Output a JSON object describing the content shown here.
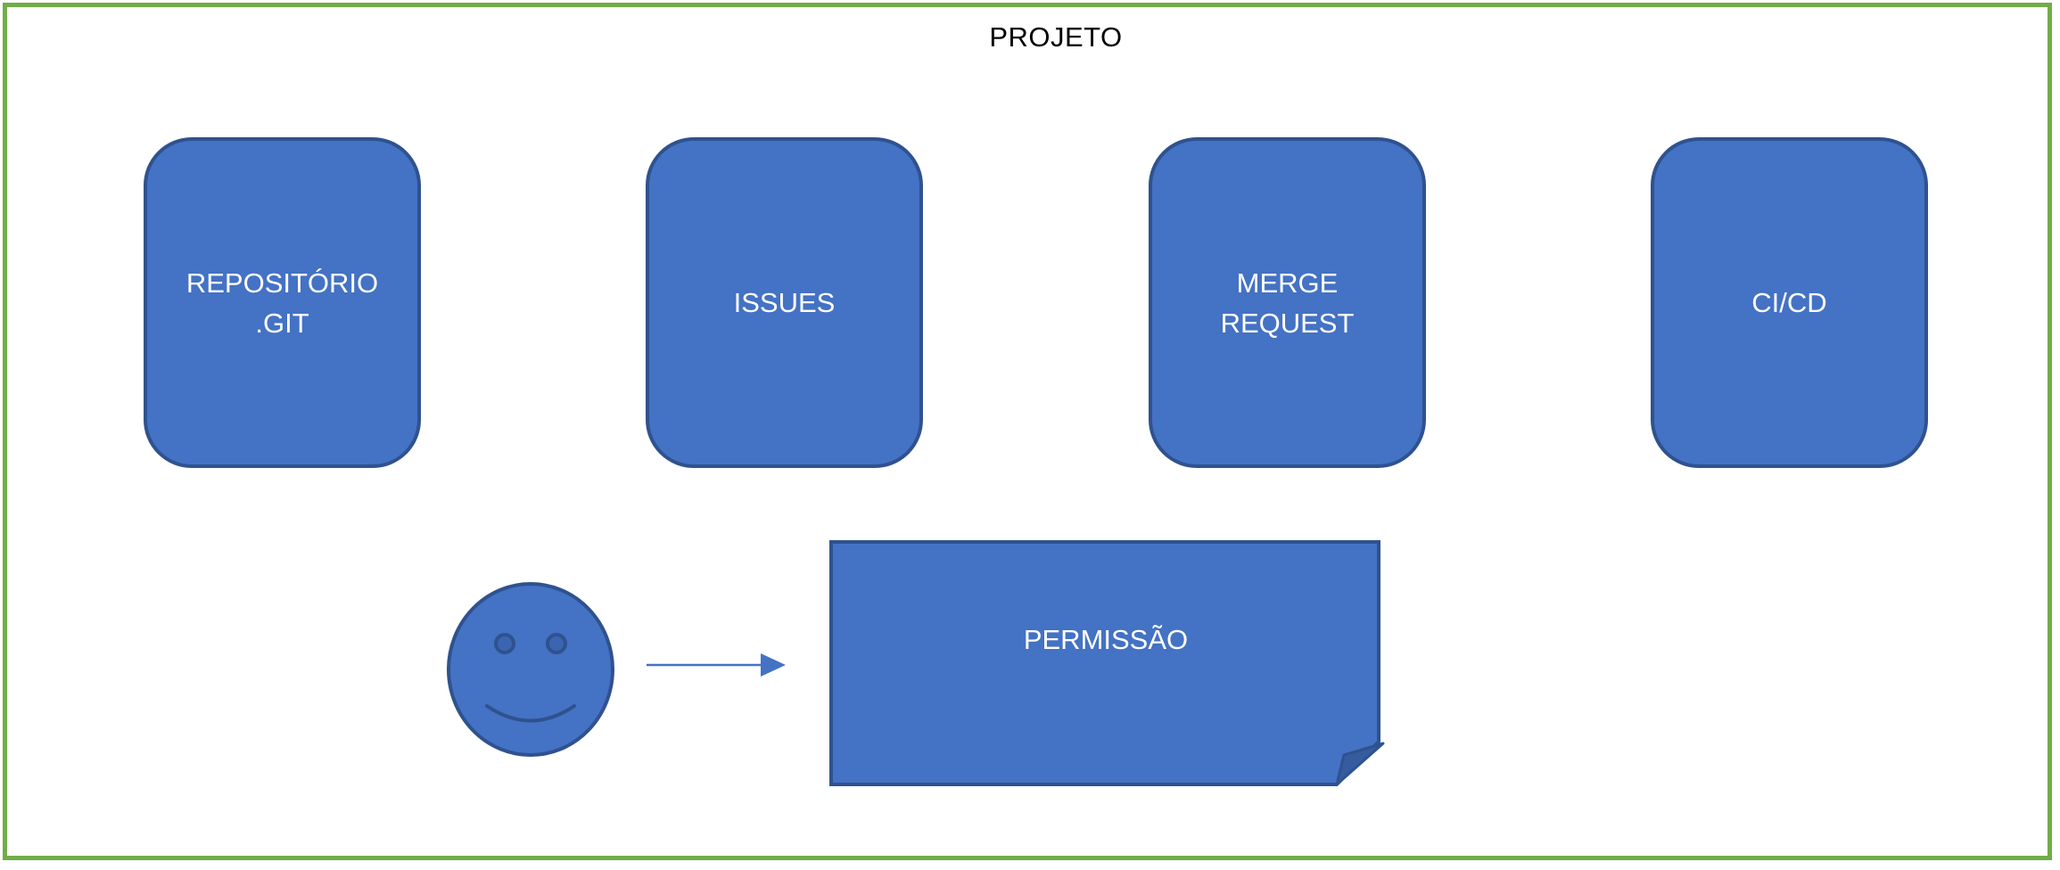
{
  "diagram": {
    "title": "PROJETO",
    "components": [
      {
        "label": "REPOSITÓRIO\n.GIT"
      },
      {
        "label": "ISSUES"
      },
      {
        "label": "MERGE\nREQUEST"
      },
      {
        "label": "CI/CD"
      }
    ],
    "permission": {
      "label": "PERMISSÃO"
    },
    "user_icon": "smiley-face-icon",
    "colors": {
      "frame": "#70ad47",
      "shape_fill": "#4472c4",
      "shape_stroke": "#2f528f",
      "shape_text": "#ffffff",
      "title_text": "#000000"
    }
  }
}
